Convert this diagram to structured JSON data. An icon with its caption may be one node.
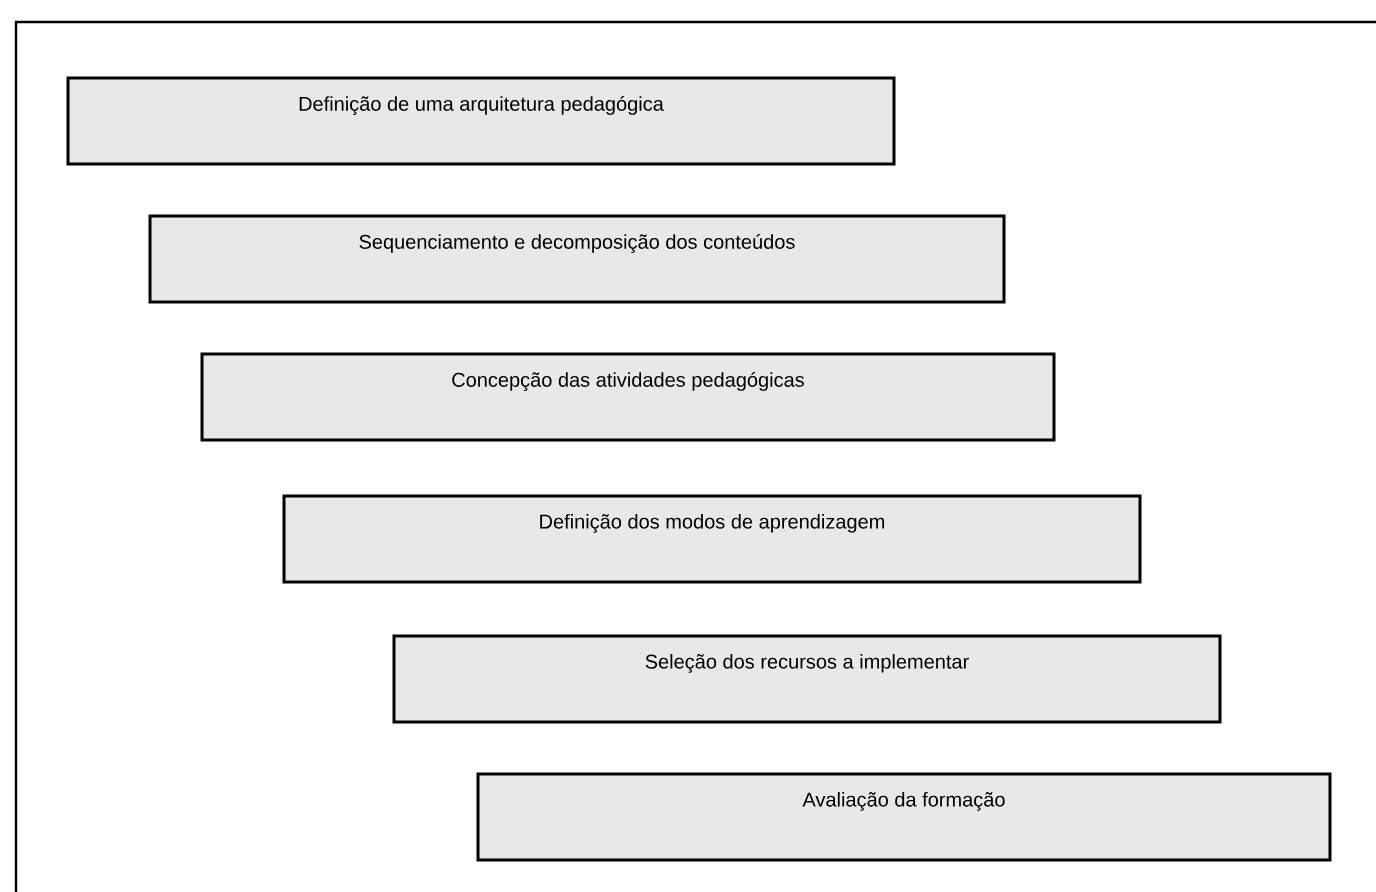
{
  "diagram": {
    "nodes": [
      {
        "text": [
          "Definição de uma arquitetura pedagógica"
        ]
      },
      {
        "text": [
          "Sequenciamento e decomposição dos conteúdos"
        ]
      },
      {
        "text": [
          "Concepção das atividades pedagógicas"
        ]
      },
      {
        "text": [
          "Definição dos modos de aprendizagem"
        ]
      },
      {
        "text": [
          "Seleção dos recursos a implementar"
        ]
      },
      {
        "text": [
          "Avaliação da formação"
        ]
      }
    ]
  }
}
